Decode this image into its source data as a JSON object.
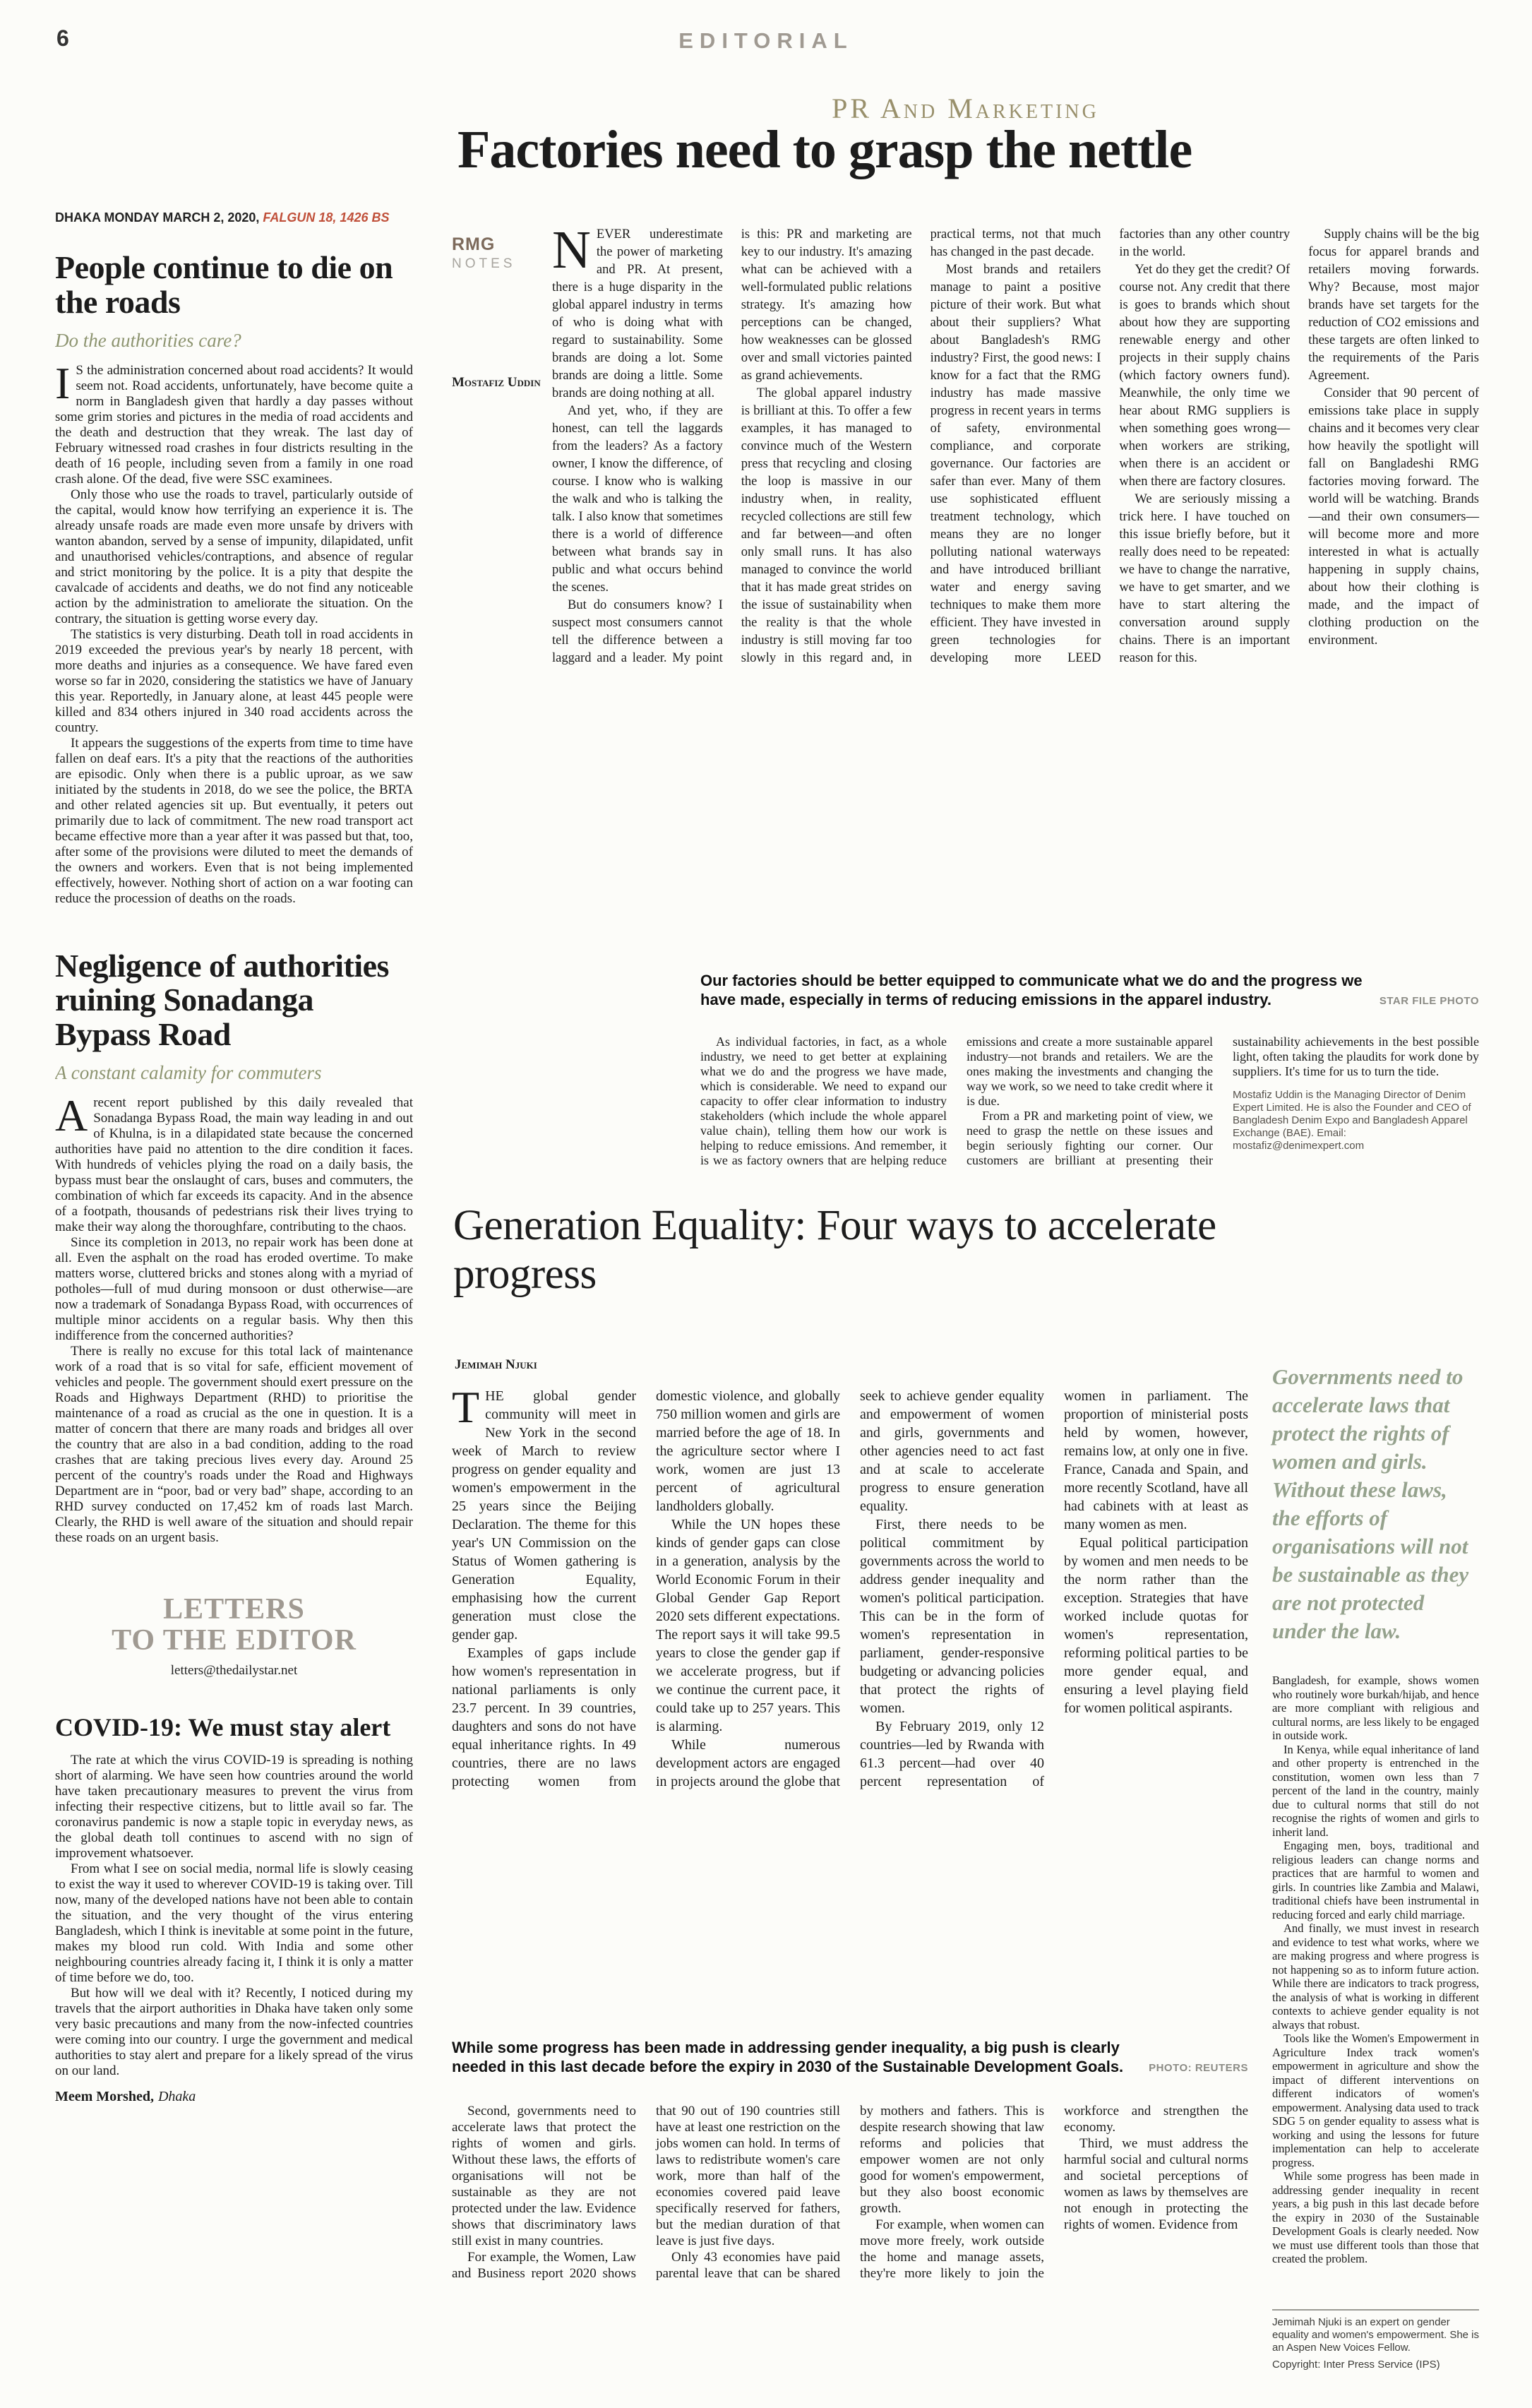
{
  "colors": {
    "accent_red": "#c0503a",
    "kicker_olive": "#99906c",
    "subhead_olive": "#8d9470",
    "quote_green": "#95a28d",
    "muted_gray": "#a09a92",
    "credit_gray": "#8c8c86"
  },
  "header": {
    "page_number": "6",
    "section": "EDITORIAL"
  },
  "dateline": {
    "main": "DHAKA MONDAY MARCH 2, 2020,",
    "alt": " FALGUN 18, 1426 BS"
  },
  "editorial1": {
    "title": "People continue to die on the roads",
    "subtitle": "Do the authorities care?",
    "dropcap": "I",
    "lead": "S the administration concerned about road accidents? It would seem not. Road accidents, unfortunately, have become quite a norm in Bangladesh given that hardly a day passes without some grim stories and pictures in the media of road accidents and the death and destruction that they wreak. The last day of February witnessed road crashes in four districts resulting in the death of 16 people, including seven from a family in one road crash alone. Of the dead, five were SSC examinees.",
    "paragraphs": [
      "Only those who use the roads to travel, particularly outside of the capital, would know how terrifying an experience it is. The already unsafe roads are made even more unsafe by drivers with wanton abandon, served by a sense of impunity, dilapidated, unfit and unauthorised vehicles/contraptions, and absence of regular and strict monitoring by the police. It is a pity that despite the cavalcade of accidents and deaths, we do not find any noticeable action by the administration to ameliorate the situation. On the contrary, the situation is getting worse every day.",
      "The statistics is very disturbing. Death toll in road accidents in 2019 exceeded the previous year's by nearly 18 percent, with more deaths and injuries as a consequence. We have fared even worse so far in 2020, considering the statistics we have of January this year. Reportedly, in January alone, at least 445 people were killed and 834 others injured in 340 road accidents across the country.",
      "It appears the suggestions of the experts from time to time have fallen on deaf ears. It's a pity that the reactions of the authorities are episodic. Only when there is a public uproar, as we saw initiated by the students in 2018, do we see the police, the BRTA and other related agencies sit up. But eventually, it peters out primarily due to lack of commitment. The new road transport act became effective more than a year after it was passed but that, too, after some of the provisions were diluted to meet the demands of the owners and workers. Even that is not being implemented effectively, however. Nothing short of action on a war footing can reduce the procession of deaths on the roads."
    ]
  },
  "editorial2": {
    "title": "Negligence of authorities ruining Sonadanga Bypass Road",
    "subtitle": "A constant calamity for commuters",
    "dropcap": "A",
    "lead": "recent report published by this daily revealed that Sonadanga Bypass Road, the main way leading in and out of Khulna, is in a dilapidated state because the concerned authorities have paid no attention to the dire condition it faces. With hundreds of vehicles plying the road on a daily basis, the bypass must bear the onslaught of cars, buses and commuters, the combination of which far exceeds its capacity. And in the absence of a footpath, thousands of pedestrians risk their lives trying to make their way along the thoroughfare, contributing to the chaos.",
    "paragraphs": [
      "Since its completion in 2013, no repair work has been done at all. Even the asphalt on the road has eroded overtime. To make matters worse, cluttered bricks and stones along with a myriad of potholes—full of mud during monsoon or dust otherwise—are now a trademark of Sonadanga Bypass Road, with occurrences of multiple minor accidents on a regular basis. Why then this indifference from the concerned authorities?",
      "There is really no excuse for this total lack of maintenance work of a road that is so vital for safe, efficient movement of vehicles and people. The government should exert pressure on the Roads and Highways Department (RHD) to prioritise the maintenance of a road as crucial as the one in question. It is a matter of concern that there are many roads and bridges all over the country that are also in a bad condition, adding to the road crashes that are taking precious lives every day. Around 25 percent of the country's roads under the Road and Highways Department are in “poor, bad or very bad” shape, according to an RHD survey conducted on 17,452 km of roads last March. Clearly, the RHD is well aware of the situation and should repair these roads on an urgent basis."
    ]
  },
  "letters": {
    "heading_line1": "LETTERS",
    "heading_line2": "TO THE EDITOR",
    "email": "letters@thedailystar.net"
  },
  "covid_letter": {
    "title": "COVID-19: We must stay alert",
    "paragraphs": [
      "The rate at which the virus COVID-19 is spreading is nothing short of alarming. We have seen how countries around the world have taken precautionary measures to prevent the virus from infecting their respective citizens, but to little avail so far. The coronavirus pandemic is now a staple topic in everyday news, as the global death toll continues to ascend with no sign of improvement whatsoever.",
      "From what I see on social media, normal life is slowly ceasing to exist the way it used to wherever COVID-19 is taking over. Till now, many of the developed nations have not been able to contain the situation, and the very thought of the virus entering Bangladesh, which I think is inevitable at some point in the future, makes my blood run cold. With India and some other neighbouring countries already facing it, I think it is only a matter of time before we do, too.",
      "But how will we deal with it? Recently, I noticed during my travels that the airport authorities in Dhaka have taken only some very basic precautions and many from the now-infected countries were coming into our country. I urge the government and medical authorities to stay alert and prepare for a likely spread of the virus on our land."
    ],
    "signature_name": "Meem Morshed,",
    "signature_place": "Dhaka"
  },
  "factories": {
    "kicker": "PR And Marketing",
    "headline": "Factories need to grasp the nettle",
    "tag_line1": "RMG",
    "tag_line2": "NOTES",
    "byline": "Mostafiz Uddin",
    "dropcap": "N",
    "lead": "EVER underestimate the power of marketing and PR. At present, there is a huge disparity in the global apparel industry in terms of who is doing what with regard to sustainability. Some brands are doing a lot. Some brands are doing a little. Some brands are doing nothing at all.",
    "paragraphs": [
      "And yet, who, if they are honest, can tell the laggards from the leaders? As a factory owner, I know the difference, of course. I know who is walking the walk and who is talking the talk. I also know that sometimes there is a world of difference between what brands say in public and what occurs behind the scenes.",
      "But do consumers know? I suspect most consumers cannot tell the difference between a laggard and a leader. My point is this: PR and marketing are key to our industry. It's amazing what can be achieved with a well-formulated public relations strategy. It's amazing how perceptions can be changed, how weaknesses can be glossed over and small victories painted as grand achievements.",
      "The global apparel industry is brilliant at this. To offer a few examples, it has managed to convince much of the Western press that recycling and closing the loop is massive in our industry when, in reality, recycled collections are still few and far between—and often only small runs. It has also managed to convince the world that it has made great strides on the issue of sustainability when the reality is that the whole industry is still moving far too slowly in this regard and, in practical terms, not that much has changed in the past decade.",
      "Most brands and retailers manage to paint a positive picture of their work. But what about their suppliers? What about Bangladesh's RMG industry? First, the good news: I know for a fact that the RMG industry has made massive progress in recent years in terms of safety, environmental compliance, and corporate governance. Our factories are safer than ever. Many of them use sophisticated effluent treatment technology, which means they are no longer polluting national waterways and have introduced brilliant water and energy saving techniques to make them more efficient. They have invested in green technologies for developing more LEED factories than any other country in the world.",
      "Yet do they get the credit? Of course not. Any credit that there is goes to brands which shout about how they are supporting renewable energy and other projects in their supply chains (which factory owners fund). Meanwhile, the only time we hear about RMG suppliers is when something goes wrong—when workers are striking, when there is an accident or when there are factory closures.",
      "We are seriously missing a trick here. I have touched on this issue briefly before, but it really does need to be repeated: we have to change the narrative, we have to get smarter, and we have to start altering the conversation around supply chains. There is an important reason for this.",
      "Supply chains will be the big focus for apparel brands and retailers moving forwards. Why? Because, most major brands have set targets for the reduction of CO2 emissions and these targets are often linked to the requirements of the Paris Agreement.",
      "Consider that 90 percent of emissions take place in supply chains and it becomes very clear how heavily the spotlight will fall on Bangladeshi RMG factories moving forward. The world will be watching. Brands—and their own consumers—will become more and more interested in what is actually happening in supply chains, about how their clothing is made, and the impact of clothing production on the environment."
    ],
    "caption": "Our factories should be better equipped to communicate what we do and the progress we have made, especially in terms of reducing emissions in the apparel industry.",
    "credit": "STAR FILE PHOTO",
    "body_bottom": [
      "As individual factories, in fact, as a whole industry, we need to get better at explaining what we do and the progress we have made, which is considerable. We need to expand our capacity to offer clear information to industry stakeholders (which include the whole apparel value chain), telling them how our work is helping to reduce emissions. And remember, it is we as factory owners that are helping reduce emissions and create a more sustainable apparel industry—not brands and retailers. We are the ones making the investments and changing the way we work, so we need to take credit where it is due.",
      "From a PR and marketing point of view, we need to grasp the nettle on these issues and begin seriously fighting our corner. Our customers are brilliant at presenting their sustainability achievements in the best possible light, often taking the plaudits for work done by suppliers. It's time for us to turn the tide."
    ],
    "bio": "Mostafiz Uddin is the Managing Director of Denim Expert Limited. He is also the Founder and CEO of Bangladesh Denim Expo and Bangladesh Apparel Exchange (BAE). Email: mostafiz@denimexpert.com"
  },
  "generation": {
    "headline": "Generation Equality: Four ways to accelerate progress",
    "byline": "Jemimah Njuki",
    "dropcap": "T",
    "lead": "HE global gender community will meet in New York in the second week of March to review progress on gender equality and women's empowerment in the 25 years since the Beijing Declaration. The theme for this year's UN Commission on the Status of Women gathering is Generation Equality, emphasising how the current generation must close the gender gap.",
    "paragraphs": [
      "Examples of gaps include how women's representation in national parliaments is only 23.7 percent. In 39 countries, daughters and sons do not have equal inheritance rights. In 49 countries, there are no laws protecting women from domestic violence, and globally 750 million women and girls are married before the age of 18. In the agriculture sector where I work, women are just 13 percent of agricultural landholders globally.",
      "While the UN hopes these kinds of gender gaps can close in a generation, analysis by the World Economic Forum in their Global Gender Gap Report 2020 sets different expectations. The report says it will take 99.5 years to close the gender gap if we accelerate progress, but if we continue the current pace, it could take up to 257 years. This is alarming.",
      "While numerous development actors are engaged in projects around the globe that seek to achieve gender equality and empowerment of women and girls, governments and other agencies need to act fast and at scale to accelerate progress to ensure generation equality.",
      "First, there needs to be political commitment by governments across the world to address gender inequality and women's political participation. This can be in the form of women's representation in parliament, gender-responsive budgeting or advancing policies that protect the rights of women.",
      "By February 2019, only 12 countries—led by Rwanda with 61.3 percent—had over 40 percent representation of women in parliament. The proportion of ministerial posts held by women, however, remains low, at only one in five. France, Canada and Spain, and more recently Scotland, have all had cabinets with at least as many women as men.",
      "Equal political participation by women and men needs to be the norm rather than the exception. Strategies that have worked include quotas for women's representation, reforming political parties to be more gender equal, and ensuring a level playing field for women political aspirants."
    ],
    "quote": "Governments need to accelerate laws that protect the rights of women and girls. Without these laws, the efforts of organisations will not be sustainable as they are not protected under the law.",
    "caption": "While some progress has been made in addressing gender inequality, a big push is clearly needed in this last decade before the expiry in 2030 of the Sustainable Development Goals.",
    "credit": "PHOTO: REUTERS",
    "body_bottom": [
      "Second, governments need to accelerate laws that protect the rights of women and girls. Without these laws, the efforts of organisations will not be sustainable as they are not protected under the law. Evidence shows that discriminatory laws still exist in many countries.",
      "For example, the Women, Law and Business report 2020 shows that 90 out of 190 countries still have at least one restriction on the jobs women can hold. In terms of laws to redistribute women's care work, more than half of the economies covered paid leave specifically reserved for fathers, but the median duration of that leave is just five days.",
      "Only 43 economies have paid parental leave that can be shared by mothers and fathers. This is despite research showing that law reforms and policies that empower women are not only good for women's empowerment, but they also boost economic growth.",
      "For example, when women can move more freely, work outside the home and manage assets, they're more likely to join the workforce and strengthen the economy.",
      "Third, we must address the harmful social and cultural norms and societal perceptions of women as laws by themselves are not enough in protecting the rights of women. Evidence from"
    ],
    "right_column": [
      "Bangladesh, for example, shows women who routinely wore burkah/hijab, and hence are more compliant with religious and cultural norms, are less likely to be engaged in outside work.",
      "In Kenya, while equal inheritance of land and other property is entrenched in the constitution, women own less than 7 percent of the land in the country, mainly due to cultural norms that still do not recognise the rights of women and girls to inherit land.",
      "Engaging men, boys, traditional and religious leaders can change norms and practices that are harmful to women and girls. In countries like Zambia and Malawi, traditional chiefs have been instrumental in reducing forced and early child marriage.",
      "And finally, we must invest in research and evidence to test what works, where we are making progress and where progress is not happening so as to inform future action. While there are indicators to track progress, the analysis of what is working in different contexts to achieve gender equality is not always that robust.",
      "Tools like the Women's Empowerment in Agriculture Index track women's empowerment in agriculture and show the impact of different interventions on different indicators of women's empowerment. Analysing data used to track SDG 5 on gender equality to assess what is working and using the lessons for future implementation can help to accelerate progress.",
      "While some progress has been made in addressing gender inequality in recent years, a big push in this last decade before the expiry in 2030 of the Sustainable Development Goals is clearly needed. Now we must use different tools than those that created the problem."
    ],
    "bio": "Jemimah Njuki is an expert on gender equality and women's empowerment. She is an Aspen New Voices Fellow.",
    "copyright": "Copyright: Inter Press Service (IPS)"
  }
}
